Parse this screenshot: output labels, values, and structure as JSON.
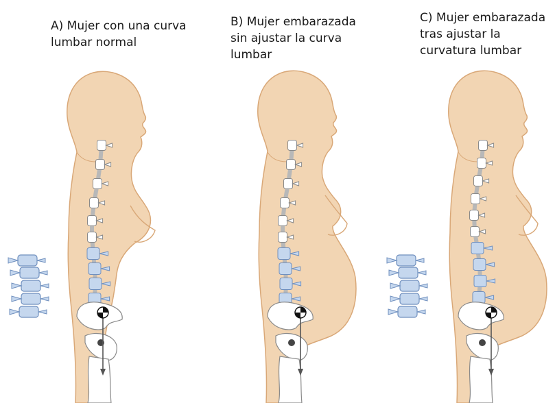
{
  "panels": [
    {
      "id": "a",
      "caption_lines": [
        "A) Mujer con una curva",
        "lumbar normal"
      ],
      "pregnant": false,
      "adjusted": false,
      "lumbar_inset": true
    },
    {
      "id": "b",
      "caption_lines": [
        "B) Mujer embarazada",
        "sin ajustar la curva",
        "lumbar"
      ],
      "pregnant": true,
      "adjusted": false,
      "lumbar_inset": false
    },
    {
      "id": "c",
      "caption_lines": [
        "C) Mujer embarazada",
        "tras ajustar la",
        "curvatura lumbar"
      ],
      "pregnant": true,
      "adjusted": true,
      "lumbar_inset": true
    }
  ],
  "colors": {
    "skin_fill": "#f2d5b3",
    "skin_stroke": "#d9a878",
    "vertebra_fill": "#ffffff",
    "vertebra_stroke": "#8a8a8a",
    "lumbar_fill": "#c5d7ee",
    "lumbar_stroke": "#6f8fbe",
    "pelvis_fill": "#ffffff",
    "gravity_line": "#555555"
  },
  "icons": [
    "center-of-gravity-icon",
    "gravity-arrow-icon",
    "lumbar-vertebrae-icon"
  ]
}
